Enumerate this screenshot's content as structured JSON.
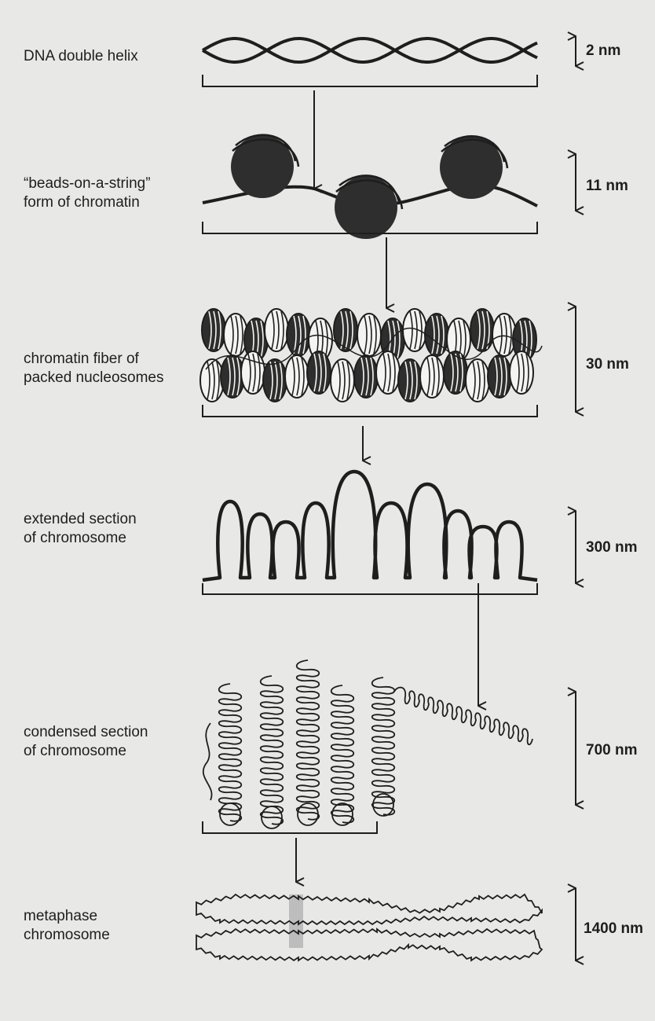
{
  "stages": [
    {
      "id": "dna",
      "label_lines": [
        "DNA double helix"
      ],
      "scale": "2 nm"
    },
    {
      "id": "beads",
      "label_lines": [
        "“beads-on-a-string”",
        "form of chromatin"
      ],
      "scale": "11 nm"
    },
    {
      "id": "fiber",
      "label_lines": [
        "chromatin fiber of",
        "packed nucleosomes"
      ],
      "scale": "30 nm"
    },
    {
      "id": "extended",
      "label_lines": [
        "extended section",
        "of chromosome"
      ],
      "scale": "300 nm"
    },
    {
      "id": "condensed",
      "label_lines": [
        "condensed section",
        "of chromosome"
      ],
      "scale": "700 nm"
    },
    {
      "id": "metaphase",
      "label_lines": [
        "metaphase",
        "chromosome"
      ],
      "scale": "1400 nm"
    }
  ],
  "colors": {
    "ink": "#1e1e1e",
    "background": "#e8e8e6",
    "nucleosome": "#2e2e2e",
    "highlight": "#bdbdbd"
  }
}
